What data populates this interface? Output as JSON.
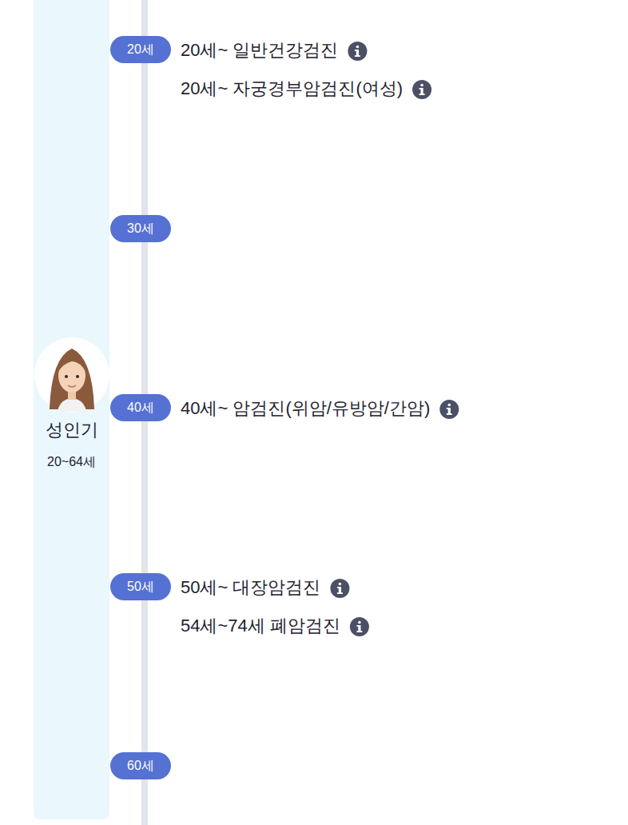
{
  "diagram": {
    "nodes": [
      {
        "text": [
          "성인기",
          "20~64세"
        ]
      },
      {
        "text": [
          "20세"
        ]
      },
      {
        "text": [
          "30세"
        ]
      },
      {
        "text": [
          "40세"
        ]
      },
      {
        "text": [
          "50세"
        ]
      },
      {
        "text": [
          "60세"
        ]
      }
    ],
    "labels": [
      "20세~ 일반건강검진",
      "20세~ 자궁경부암검진(여성)",
      "40세~ 암검진(위암/유방암/간암)",
      "50세~ 대장암검진",
      "54세~74세 폐암검진"
    ]
  }
}
